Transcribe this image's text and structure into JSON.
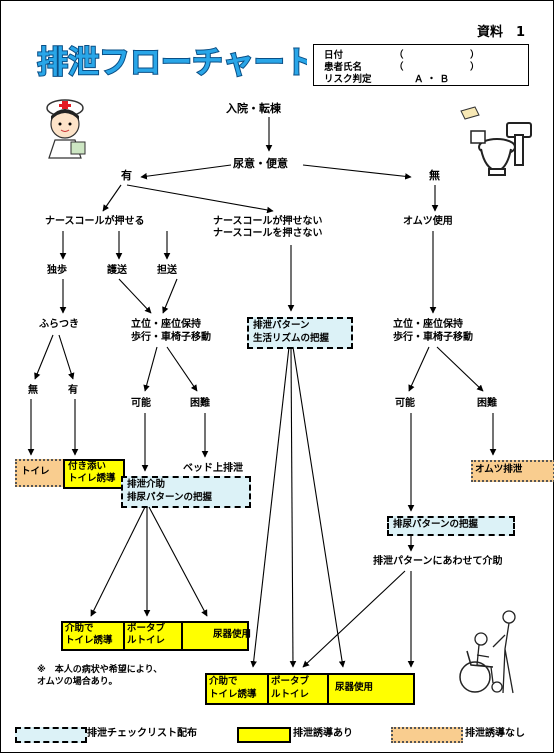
{
  "doc_label": "資料　1",
  "title": "排泄フローチャート",
  "patient_info": {
    "date_label": "日付",
    "date_value": "（　　　　　　　）",
    "name_label": "患者氏名",
    "name_value": "（　　　　　　　）",
    "risk_label": "リスク判定",
    "risk_value": "Ａ ・ Ｂ"
  },
  "flow": {
    "admission": "入院・転棟",
    "urge": "尿意・便意",
    "yes": "有",
    "no": "無",
    "can_call": "ナースコールが押せる",
    "cannot_call_1": "ナースコールが押せない",
    "cannot_call_2": "ナースコールを押さない",
    "diaper_use": "オムツ使用",
    "independent": "独歩",
    "assisted": "護送",
    "stretcher": "担送",
    "unsteady": "ふらつき",
    "posture_1": "立位・座位保持",
    "posture_2": "歩行・車椅子移動",
    "pattern_1": "排泄パターン",
    "pattern_2": "生活リズムの把握",
    "posture_r1": "立位・座位保持",
    "posture_r2": "歩行・車椅子移動",
    "sub_no": "無",
    "sub_yes": "有",
    "possible": "可能",
    "difficult": "困難",
    "possible_r": "可能",
    "difficult_r": "困難",
    "toilet": "トイレ",
    "escorted_1": "付き添い",
    "escorted_2": "トイレ誘導",
    "bed_excretion": "ベッド上排泄",
    "diaper_excretion": "オムツ排泄",
    "assist_1": "排泄介助",
    "assist_2": "排尿パターンの把握",
    "pattern_grasp": "排尿パターンの把握",
    "assist_by_pattern": "排泄パターンにあわせて介助",
    "opt_a1": "介助で",
    "opt_a2": "トイレ誘導",
    "opt_b1": "ポータブ",
    "opt_b2": "ルトイレ",
    "opt_c": "尿器使用",
    "note_1": "※　本人の病状や希望により、",
    "note_2": "オムツの場合あり。"
  },
  "legend": {
    "checklist": "排泄チェックリスト配布",
    "guidance_yes": "排泄誘導あり",
    "guidance_no": "排泄誘導なし"
  },
  "colors": {
    "guidance_yes": "#ffff00",
    "guidance_no": "#f9cd8f",
    "checklist": "#dcf2f7",
    "title_fill": "#29a6e8"
  }
}
